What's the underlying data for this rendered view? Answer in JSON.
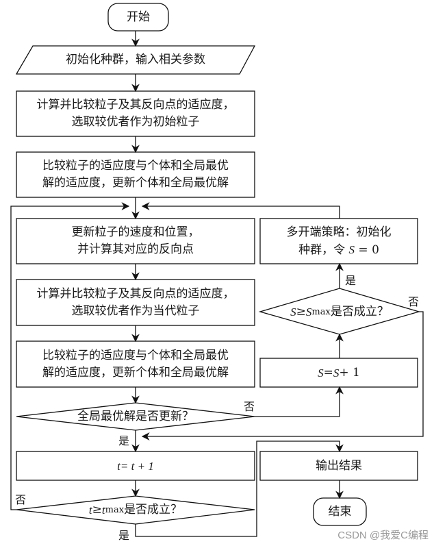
{
  "diagram": {
    "type": "flowchart",
    "nodes": {
      "start": {
        "shape": "terminal",
        "text": "开始"
      },
      "init": {
        "shape": "parallelogram",
        "text": "初始化种群，输入相关参数"
      },
      "compute_init": {
        "shape": "process",
        "text": "计算并比较粒子及其反向点的适应度，\n选取较优者作为初始粒子"
      },
      "compare_init": {
        "shape": "process",
        "text": "比较粒子的适应度与个体和全局最优\n解的适应度，更新个体和全局最优解"
      },
      "update_velocity": {
        "shape": "process",
        "text": "更新粒子的速度和位置，\n并计算其对应的反向点"
      },
      "compute_current": {
        "shape": "process",
        "text": "计算并比较粒子及其反向点的适应度，\n选取较优者作为当代粒子"
      },
      "compare_update": {
        "shape": "process",
        "text": "比较粒子的适应度与个体和全局最优\n解的适应度，更新个体和全局最优解"
      },
      "global_updated": {
        "shape": "decision",
        "text": "全局最优解是否更新？"
      },
      "t_increment": {
        "shape": "process",
        "text_math": "t",
        "text_rest": " = t + 1"
      },
      "t_check": {
        "shape": "decision",
        "var": "t",
        "op": " ≥ ",
        "var2": "t",
        "sub": "max",
        "text_rest": " 是否成立？"
      },
      "multistart": {
        "shape": "process",
        "line1": "多开端策略：初始化",
        "line2_pre": "种群，令 ",
        "line2_var": "S",
        "line2_post": " = 0"
      },
      "s_check": {
        "shape": "decision",
        "var": "S",
        "op": " ≥ ",
        "var2": "S",
        "sub": "max",
        "text_rest": " 是否成立？"
      },
      "s_increment": {
        "shape": "process",
        "var": "S",
        "mid": " = ",
        "var2": "S",
        "post": " + 1"
      },
      "output": {
        "shape": "process",
        "text": "输出结果"
      },
      "end": {
        "shape": "terminal",
        "text": "结束"
      }
    },
    "edge_labels": {
      "global_updated_no": "否",
      "global_updated_yes": "是",
      "t_check_no": "否",
      "t_check_yes": "是",
      "s_check_yes": "是",
      "s_check_no": "否"
    },
    "edges": [
      [
        "start",
        "init"
      ],
      [
        "init",
        "compute_init"
      ],
      [
        "compute_init",
        "compare_init"
      ],
      [
        "compare_init",
        "update_velocity"
      ],
      [
        "update_velocity",
        "compute_current"
      ],
      [
        "compute_current",
        "compare_update"
      ],
      [
        "compare_update",
        "global_updated"
      ],
      [
        "global_updated",
        "t_increment",
        "是"
      ],
      [
        "global_updated",
        "s_increment",
        "否"
      ],
      [
        "s_increment",
        "s_check"
      ],
      [
        "s_check",
        "multistart",
        "是"
      ],
      [
        "s_check",
        "t_increment",
        "否"
      ],
      [
        "multistart",
        "update_velocity"
      ],
      [
        "t_increment",
        "t_check"
      ],
      [
        "t_check",
        "update_velocity",
        "否"
      ],
      [
        "t_check",
        "output",
        "是"
      ],
      [
        "output",
        "end"
      ]
    ]
  },
  "watermark": "CSDN @我爱C编程"
}
